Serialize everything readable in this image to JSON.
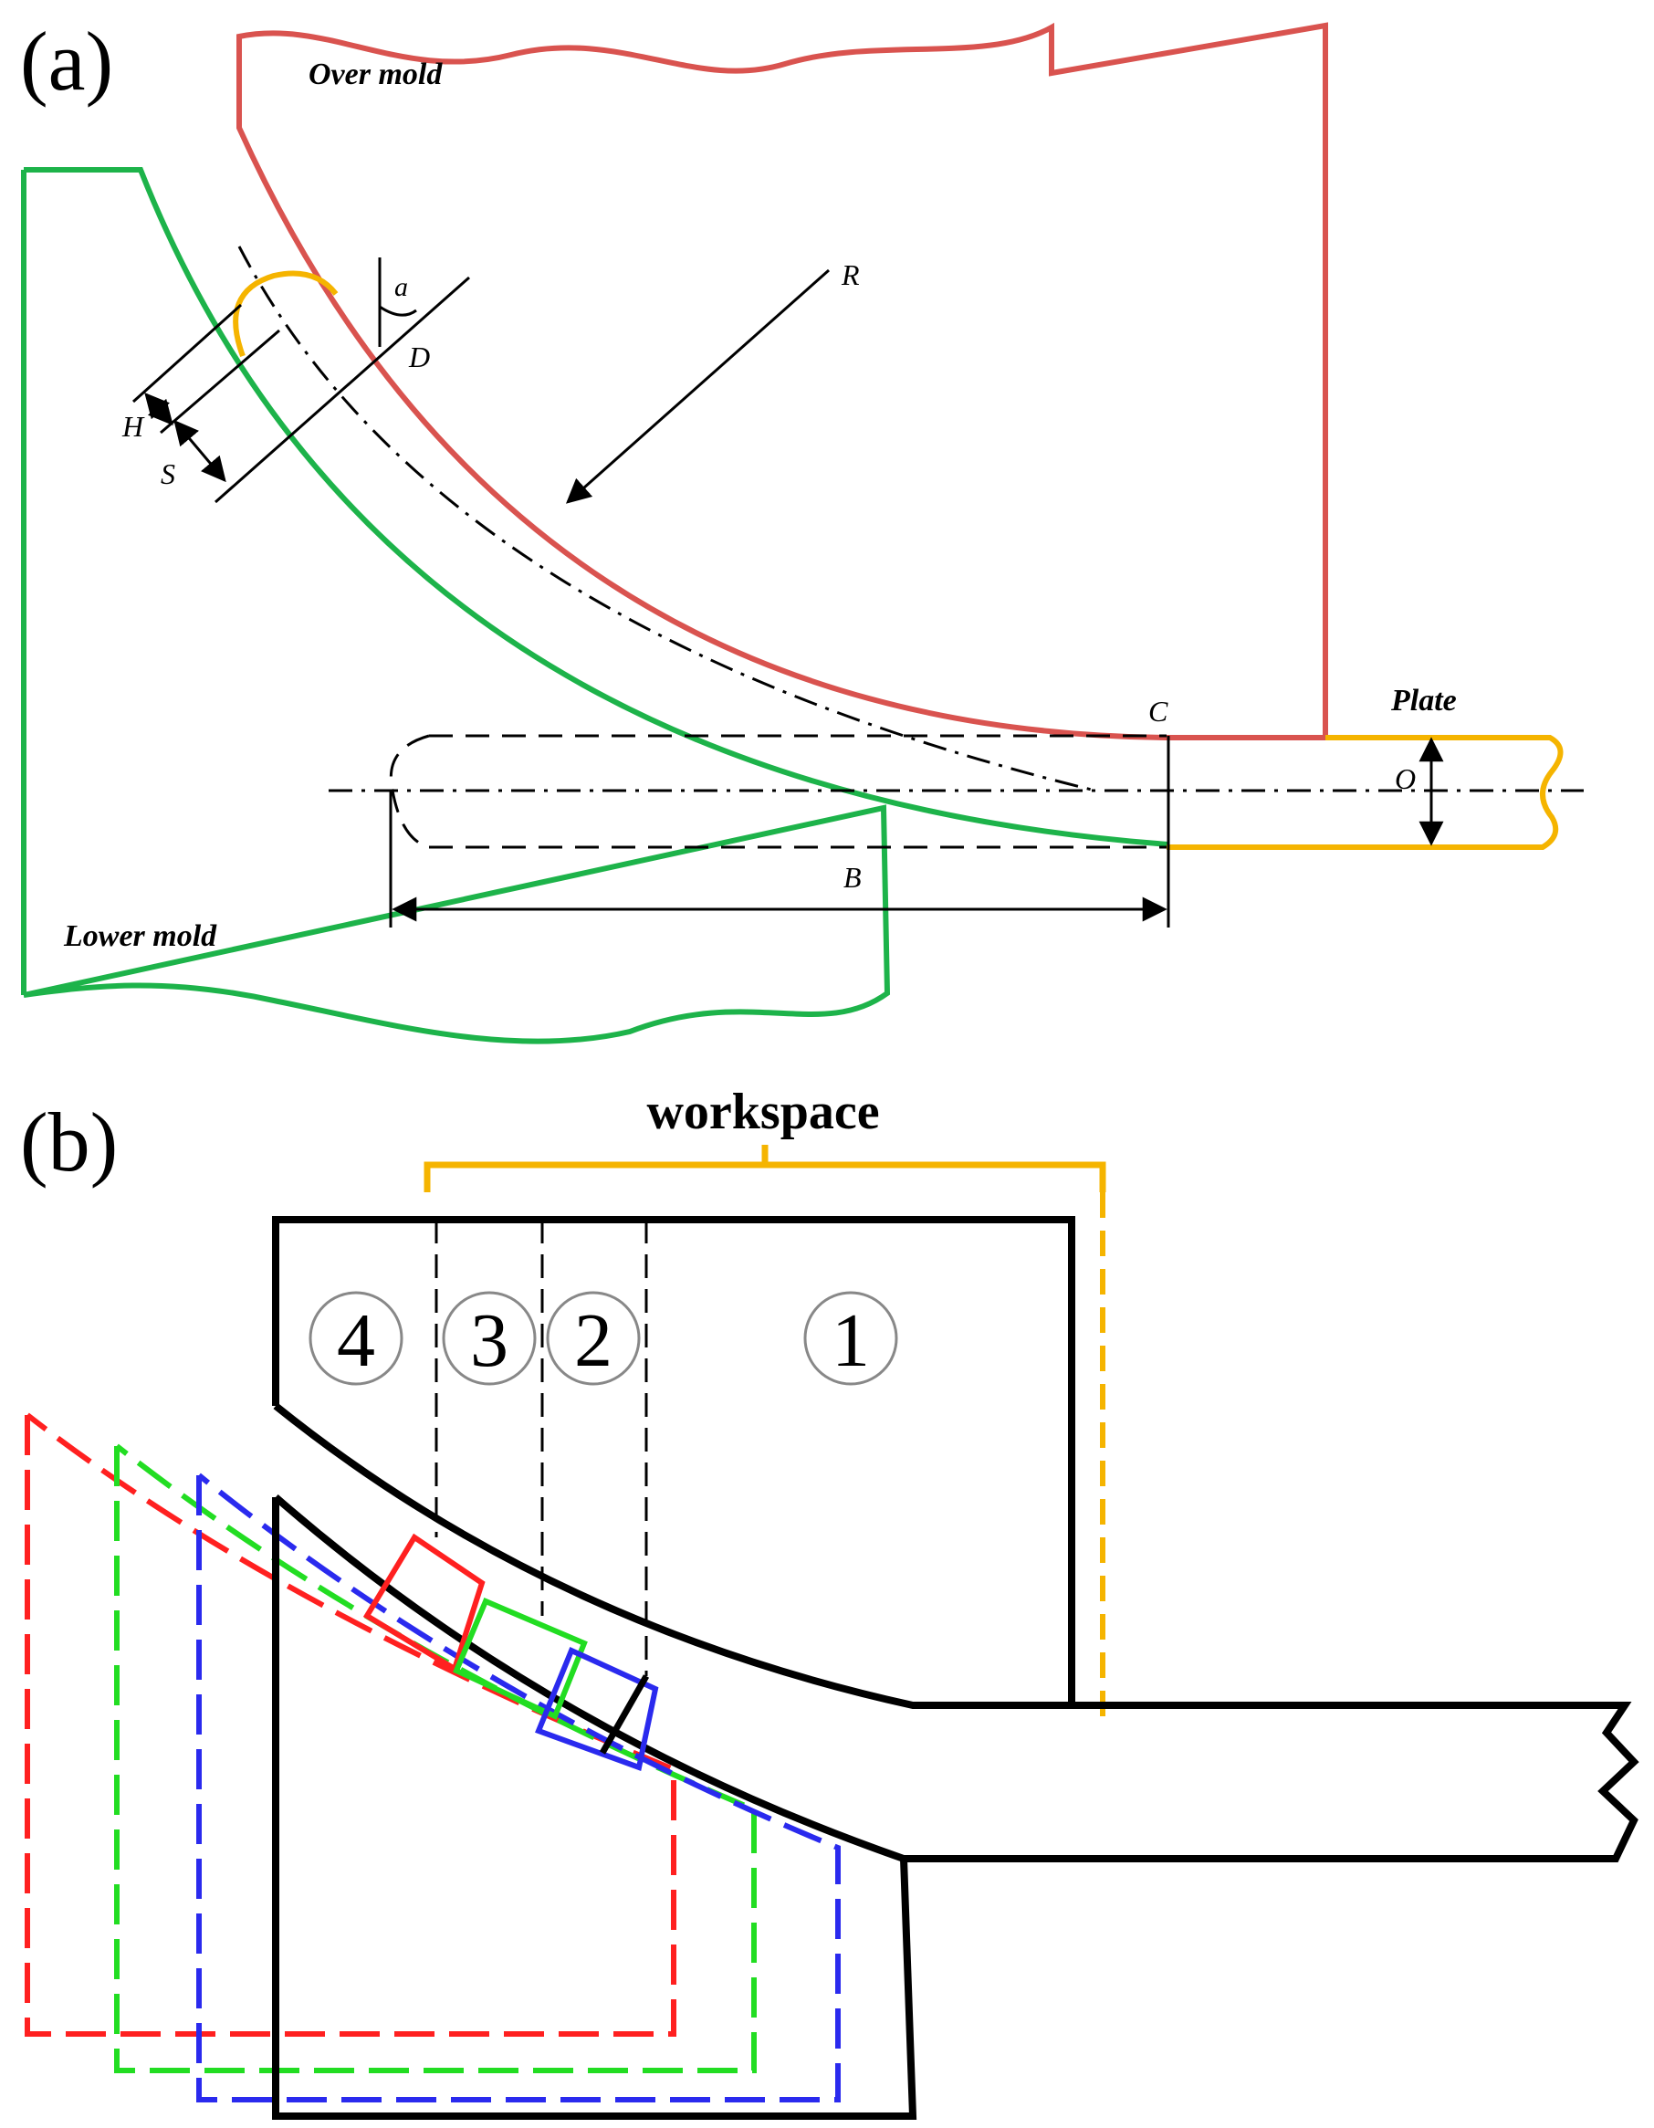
{
  "panel_a": {
    "label": "(a)",
    "over_mold_label": "Over mold",
    "lower_mold_label": "Lower mold",
    "plate_label": "Plate",
    "dim_R": "R",
    "dim_a": "a",
    "dim_D": "D",
    "dim_H": "H",
    "dim_S": "S",
    "dim_C": "C",
    "dim_O": "O",
    "dim_B": "B"
  },
  "panel_b": {
    "label": "(b)",
    "workspace_label": "workspace",
    "zones": [
      "4",
      "3",
      "2",
      "1"
    ]
  },
  "colors": {
    "over_mold": "#d9534f",
    "lower_mold": "#1db34a",
    "plate": "#f5b400",
    "red": "#ff2020",
    "green": "#22dd22",
    "blue": "#2a2aee",
    "black": "#000000"
  }
}
